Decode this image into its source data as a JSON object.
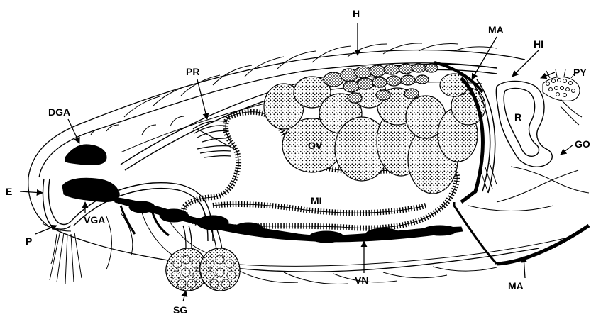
{
  "labels": {
    "H": "H",
    "MA_top": "MA",
    "HI": "HI",
    "PY": "PY",
    "PR": "PR",
    "R": "R",
    "OV": "OV",
    "GO": "GO",
    "DGA": "DGA",
    "E": "E",
    "MI": "MI",
    "VGA": "VGA",
    "P": "P",
    "SG": "SG",
    "VN": "VN",
    "MA_bottom": "MA"
  },
  "colors": {
    "ink": "#000000",
    "paper": "#ffffff",
    "ovary_fill": "#bdbdbd"
  }
}
